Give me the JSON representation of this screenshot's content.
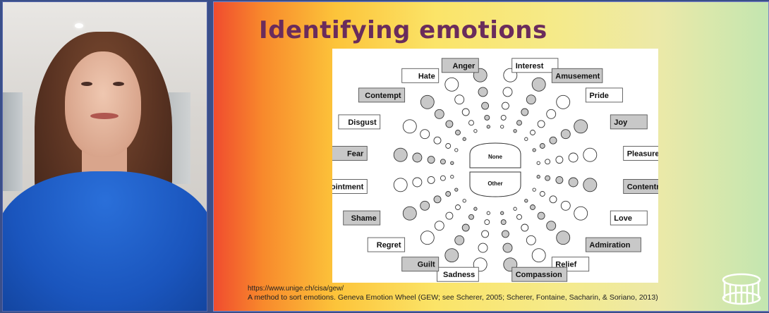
{
  "slide": {
    "title": "Identifying emotions",
    "source_url": "https://www.unige.ch/cisa/gew/",
    "caption": "A method to sort emotions. Geneva Emotion Wheel (GEW; see Scherer, 2005; Scherer, Fontaine, Sacharin, & Soriano, 2013)"
  },
  "wheel": {
    "center_top": "None",
    "center_bottom": "Other",
    "emotions": [
      {
        "label": "Interest",
        "shaded": false
      },
      {
        "label": "Amusement",
        "shaded": true
      },
      {
        "label": "Pride",
        "shaded": false
      },
      {
        "label": "Joy",
        "shaded": true
      },
      {
        "label": "Pleasure",
        "shaded": false
      },
      {
        "label": "Contentment",
        "shaded": true
      },
      {
        "label": "Love",
        "shaded": false
      },
      {
        "label": "Admiration",
        "shaded": true
      },
      {
        "label": "Relief",
        "shaded": false
      },
      {
        "label": "Compassion",
        "shaded": true
      },
      {
        "label": "Sadness",
        "shaded": false
      },
      {
        "label": "Guilt",
        "shaded": true
      },
      {
        "label": "Regret",
        "shaded": false
      },
      {
        "label": "Shame",
        "shaded": true
      },
      {
        "label": "Disappointment",
        "shaded": false
      },
      {
        "label": "Fear",
        "shaded": true
      },
      {
        "label": "Disgust",
        "shaded": false
      },
      {
        "label": "Contempt",
        "shaded": true
      },
      {
        "label": "Hate",
        "shaded": false
      },
      {
        "label": "Anger",
        "shaded": true
      }
    ],
    "colors": {
      "shaded_fill": "#c8c8c8",
      "circle_stroke": "#333333"
    }
  },
  "icons": {
    "logo": "university-colonnade-logo"
  }
}
